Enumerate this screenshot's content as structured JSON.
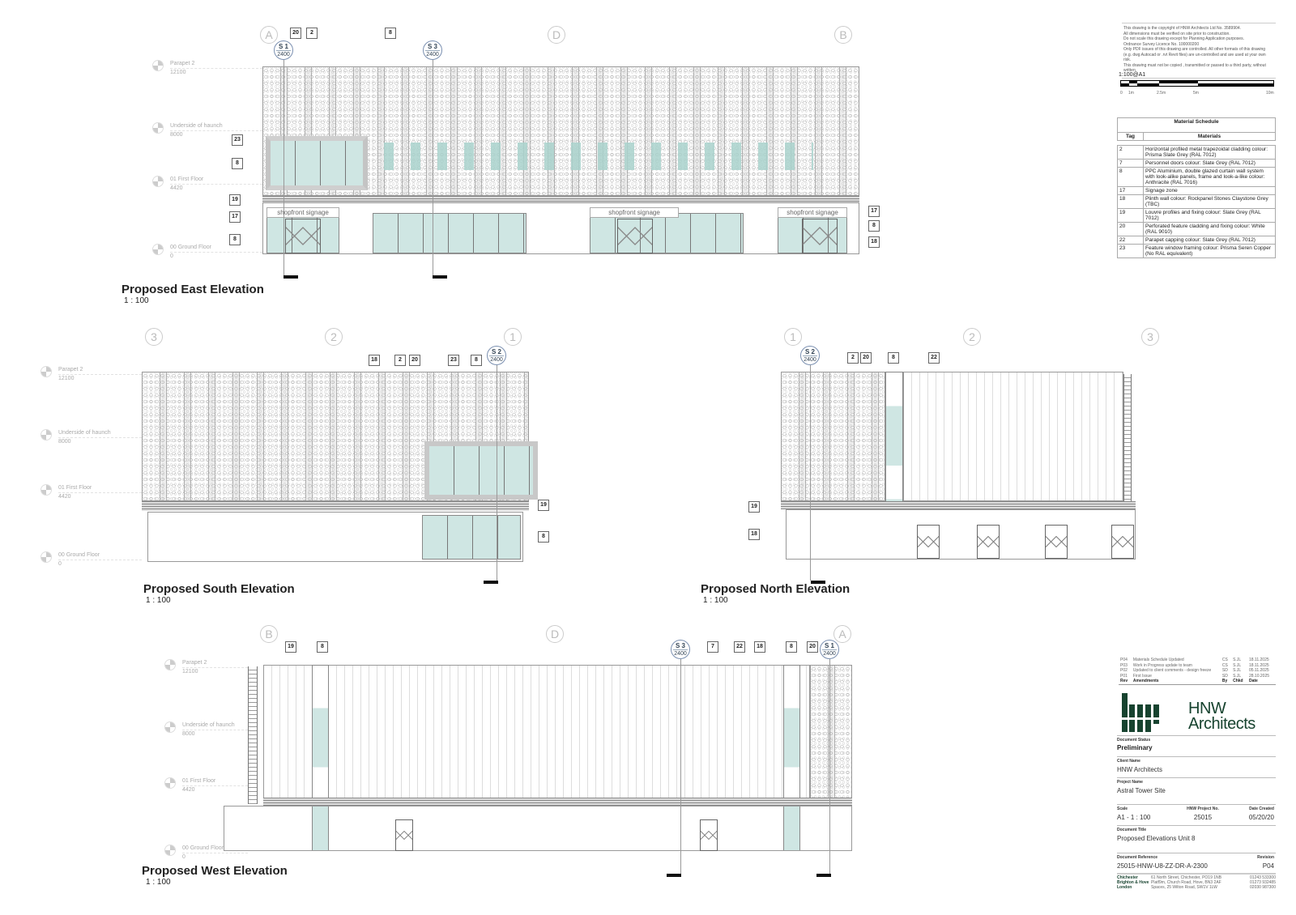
{
  "notes": [
    "This drawing is the copyright of HNW Architects Ltd No. 3589904.",
    "All dimensions must be verified on site prior to construction.",
    "Do not scale this drawing except for Planning Application purposes.",
    "Ordnance Survey Licence No. 100000200",
    "Only PDF issues of this drawing are controlled. All other formats of this drawing (e.g. dwg Autocad or .rvt Revit files) are un-controlled and are used at your own risk.",
    "This drawing must not be copied , transmitted or passed to a third party, without written"
  ],
  "scale_bar": {
    "label": "1:100@A1",
    "ticks": [
      "0",
      "1m",
      "2.5m",
      "5m",
      "10m"
    ]
  },
  "material_schedule": {
    "title": "Material Schedule",
    "col_tag": "Tag",
    "col_materials": "Materials",
    "rows": [
      {
        "tag": "2",
        "text": "Horizontal profiled metal trapezoidal cladding colour: Prisma Slate Grey (RAL 7012)"
      },
      {
        "tag": "7",
        "text": "Personnel doors colour: Slate Grey (RAL 7012)"
      },
      {
        "tag": "8",
        "text": "PPC Aluminium, double glazed curtain wall system with look-alike panels, frame and look-a-like colour: Anthracite (RAL 7016)"
      },
      {
        "tag": "17",
        "text": "Signage zone"
      },
      {
        "tag": "18",
        "text": "Plinth wall colour: Rockpanel Stones Claystone Grey (TBC)"
      },
      {
        "tag": "19",
        "text": "Louvre profiles and fixing colour: Slate Grey (RAL 7012)"
      },
      {
        "tag": "20",
        "text": "Perforated feature cladding and fixing colour: White (RAL 9010)"
      },
      {
        "tag": "22",
        "text": "Parapet capping colour: Slate Grey (RAL 7012)"
      },
      {
        "tag": "23",
        "text": "Feature window framing colour: Prisma Seren Copper (No RAL equivalent)"
      }
    ]
  },
  "levels": [
    {
      "name": "Parapet 2",
      "value": "12100"
    },
    {
      "name": "Underside of haunch",
      "value": "8000"
    },
    {
      "name": "01 First Floor",
      "value": "4420"
    },
    {
      "name": "00 Ground Floor",
      "value": "0"
    }
  ],
  "elevations": {
    "east": {
      "title": "Proposed East Elevation",
      "scale": "1 : 100",
      "grids": [
        "A",
        "D",
        "B"
      ],
      "sections": [
        {
          "n": "S 1",
          "v": "2400"
        },
        {
          "n": "S 3",
          "v": "2400"
        }
      ],
      "tags": [
        "20",
        "2",
        "8",
        "23",
        "8",
        "19",
        "17",
        "8",
        "17",
        "8",
        "18"
      ],
      "signage": "shopfront signage"
    },
    "south": {
      "title": "Proposed South Elevation",
      "scale": "1 : 100",
      "grids": [
        "3",
        "2",
        "1"
      ],
      "sections": [
        {
          "n": "S 2",
          "v": "2400"
        }
      ],
      "tags": [
        "18",
        "2",
        "20",
        "23",
        "8",
        "19",
        "8"
      ]
    },
    "north": {
      "title": "Proposed North Elevation",
      "scale": "1 : 100",
      "grids": [
        "1",
        "2",
        "3"
      ],
      "sections": [
        {
          "n": "S 2",
          "v": "2400"
        }
      ],
      "tags": [
        "2",
        "20",
        "8",
        "22",
        "19",
        "18"
      ]
    },
    "west": {
      "title": "Proposed West Elevation",
      "scale": "1 : 100",
      "grids": [
        "B",
        "D",
        "A"
      ],
      "sections": [
        {
          "n": "S 3",
          "v": "2400"
        },
        {
          "n": "S 1",
          "v": "2400"
        }
      ],
      "tags": [
        "19",
        "8",
        "7",
        "22",
        "18",
        "8",
        "20"
      ]
    }
  },
  "revisions": {
    "rows": [
      {
        "rev": "P04",
        "text": "Materials Schedule Updated",
        "by": "CS",
        "chkd": "S.JL",
        "date": "18.11.2025"
      },
      {
        "rev": "P03",
        "text": "Work in Progress update to team",
        "by": "CS",
        "chkd": "S.JL",
        "date": "18.11.2025"
      },
      {
        "rev": "P02",
        "text": "Updated to client comments - design freeze",
        "by": "SD",
        "chkd": "S.JL",
        "date": "05.11.2025"
      },
      {
        "rev": "P01",
        "text": "First Issue",
        "by": "SD",
        "chkd": "S.JL",
        "date": "28.10.2025"
      }
    ],
    "headers": {
      "rev": "Rev",
      "text": "Amendments",
      "by": "By",
      "chkd": "Chkd",
      "date": "Date"
    }
  },
  "brand": {
    "name_line1": "HNW",
    "name_line2": "Architects",
    "color": "#17432f"
  },
  "title_block": {
    "status_label": "Document Status",
    "status": "Preliminary",
    "client_label": "Client Name",
    "client": "HNW Architects",
    "project_label": "Project Name",
    "project": "Astral Tower Site",
    "scale_label": "Scale",
    "scale": "A1 -  1 : 100",
    "projno_label": "HNW Project No.",
    "projno": "25015",
    "date_label": "Date Created",
    "date": "05/20/20",
    "doctitle_label": "Document Title",
    "doctitle": "Proposed Elevations Unit 8",
    "ref_label": "Document Reference",
    "ref": "25015-HNW-U8-ZZ-DR-A-2300",
    "revision_label": "Revision",
    "revision": "P04",
    "offices": [
      {
        "city": "Chichester",
        "address": "61 North Street, Chichester, PO19 1NB",
        "phone": "01243 533300"
      },
      {
        "city": "Brighton & Hove",
        "address": "Platf9m, Church Road, Hove, BN3 2AF",
        "phone": "01273 932485"
      },
      {
        "city": "London",
        "address": "Spaces, 25 Wilton Road, SW1V 1LW",
        "phone": "02030 987300"
      }
    ]
  }
}
